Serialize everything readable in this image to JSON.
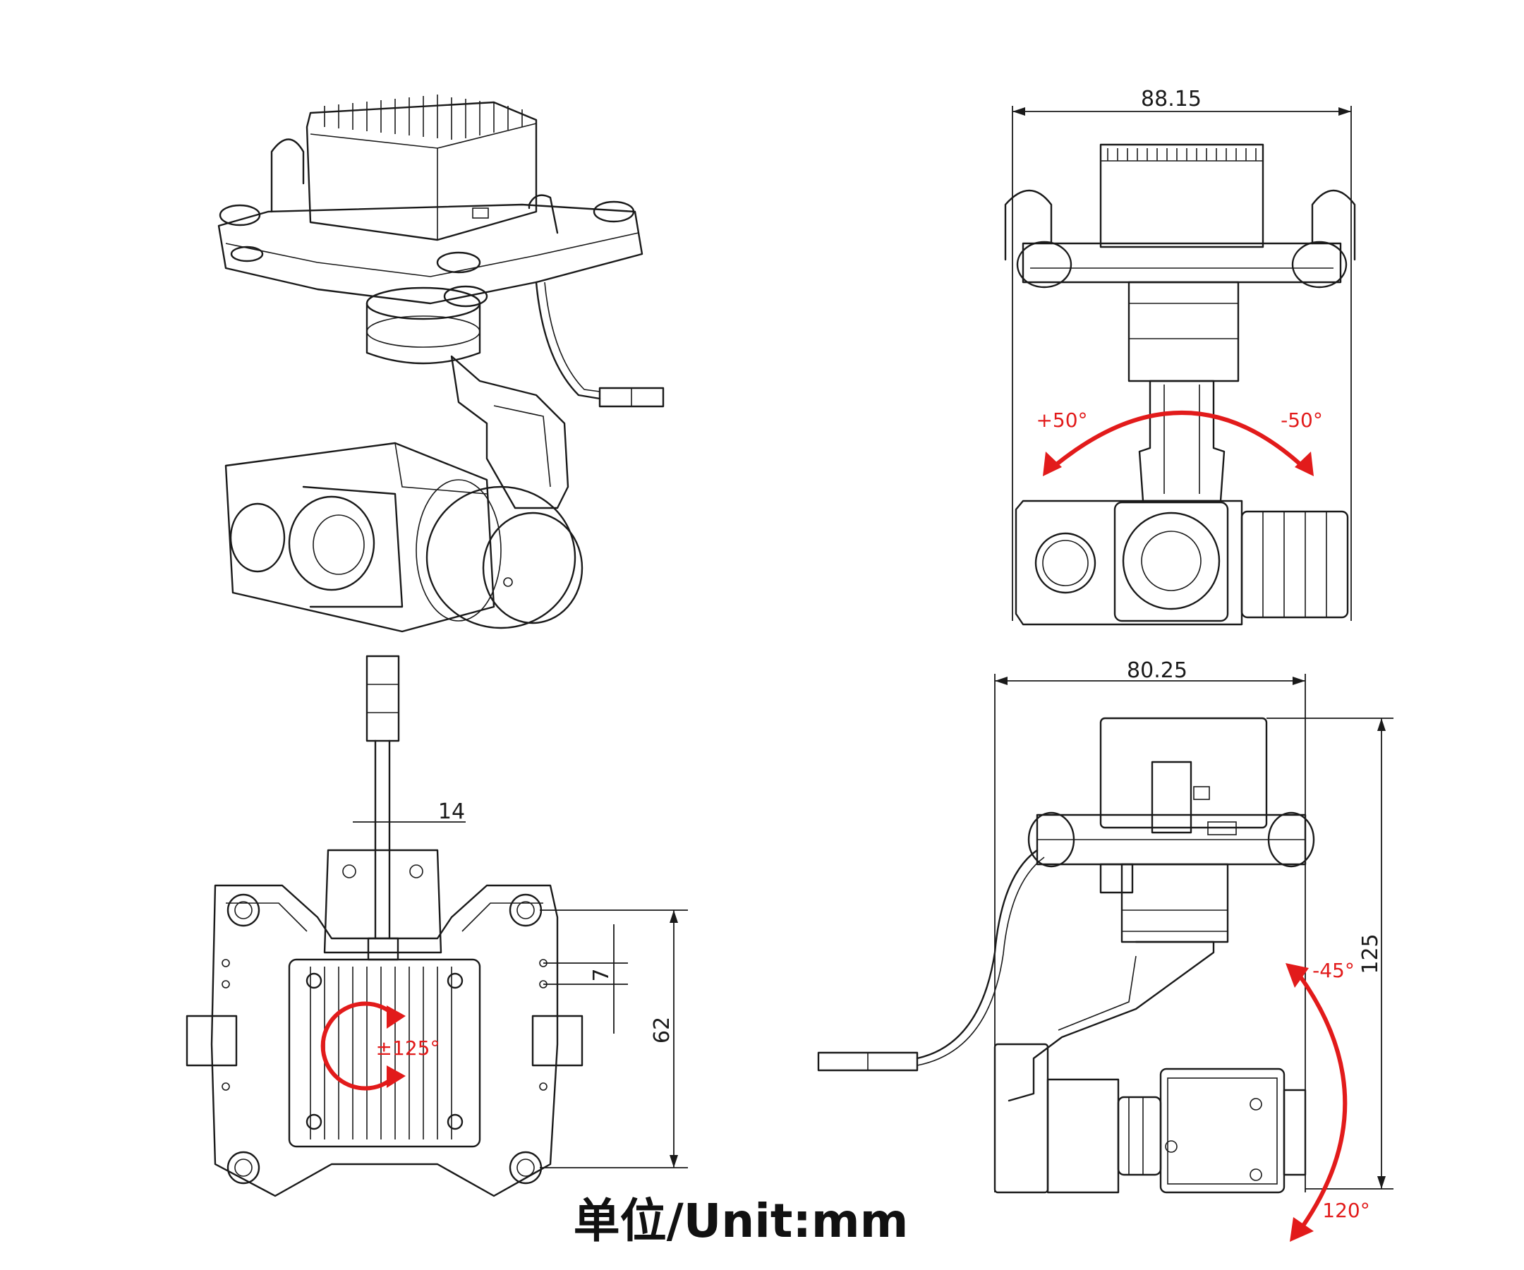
{
  "unit_label": "单位/Unit:mm",
  "dimensions": {
    "front_width": "88.15",
    "side_width": "80.25",
    "side_height": "125",
    "top_connector_width": "14",
    "top_hole_spacing": "7",
    "top_mount_height": "62"
  },
  "rotation_labels": {
    "roll_positive": "+50°",
    "roll_negative": "-50°",
    "yaw_range": "±125°",
    "pitch_up": "-45°",
    "pitch_down": "120°"
  },
  "colors": {
    "annotation_red": "#e21b1b",
    "line": "#1a1a1a",
    "background": "#ffffff"
  }
}
